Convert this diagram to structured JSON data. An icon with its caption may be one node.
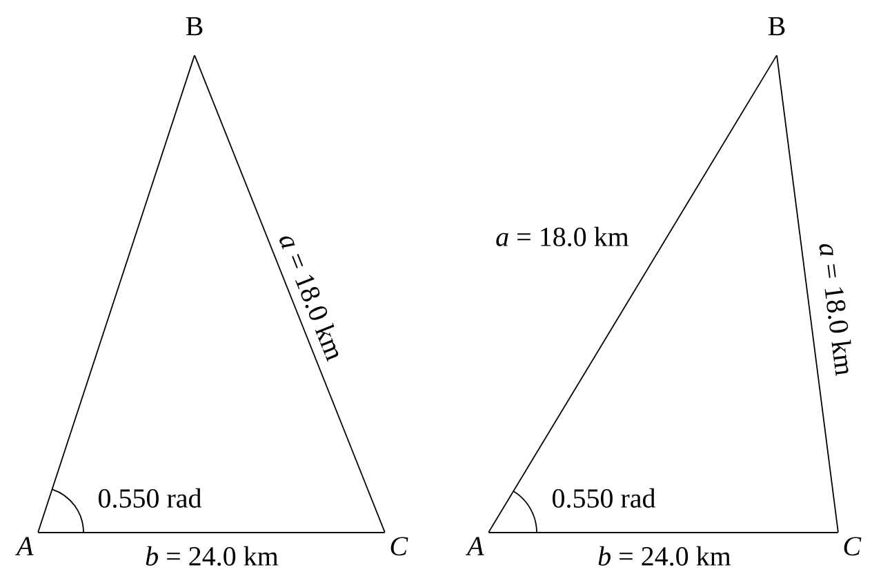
{
  "diagram": {
    "nodes": [
      {
        "text": [
          "B"
        ]
      },
      {
        "text": [
          "A"
        ]
      },
      {
        "text": [
          "C"
        ]
      },
      {
        "text": [
          "B"
        ]
      },
      {
        "text": [
          "A"
        ]
      },
      {
        "text": [
          "C"
        ]
      }
    ],
    "edges": [
      {
        "from": 1,
        "to": 0,
        "arrow": "none"
      },
      {
        "from": 0,
        "to": 2,
        "arrow": "none",
        "label": "*a* = 18.0 km"
      },
      {
        "from": 1,
        "to": 2,
        "arrow": "none",
        "label": "*b* = 24.0 km"
      },
      {
        "from": 4,
        "to": 3,
        "arrow": "none",
        "label": "*a* = 18.0 km"
      },
      {
        "from": 3,
        "to": 5,
        "arrow": "none",
        "label": "*a* = 18.0 km"
      },
      {
        "from": 4,
        "to": 5,
        "arrow": "none",
        "label": "*b* = 24.0 km"
      }
    ],
    "labels": [
      "0.550 rad",
      "0.550 rad"
    ]
  }
}
